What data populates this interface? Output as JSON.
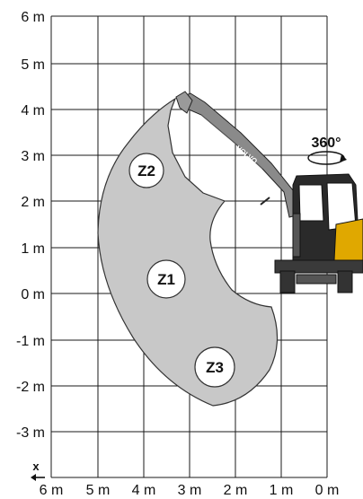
{
  "diagram": {
    "y_axis_labels": [
      "6 m",
      "5 m",
      "4 m",
      "3 m",
      "2 m",
      "1 m",
      "0 m",
      "-1 m",
      "-2 m",
      "-3 m"
    ],
    "x_axis_labels": [
      "6 m",
      "5 m",
      "4 m",
      "3 m",
      "2 m",
      "1 m",
      "0 m"
    ],
    "x_axis_name": "x",
    "zones": [
      "Z2",
      "Z1",
      "Z3"
    ],
    "rotation_label": "360°",
    "brand": "VOLVO",
    "colors": {
      "grid": "#1a1a1a",
      "zone_fill": "#c8c8c8",
      "machine_yellow": "#e0a800",
      "machine_dark": "#2a2a2a",
      "arm_gray": "#8a8a8a"
    }
  }
}
